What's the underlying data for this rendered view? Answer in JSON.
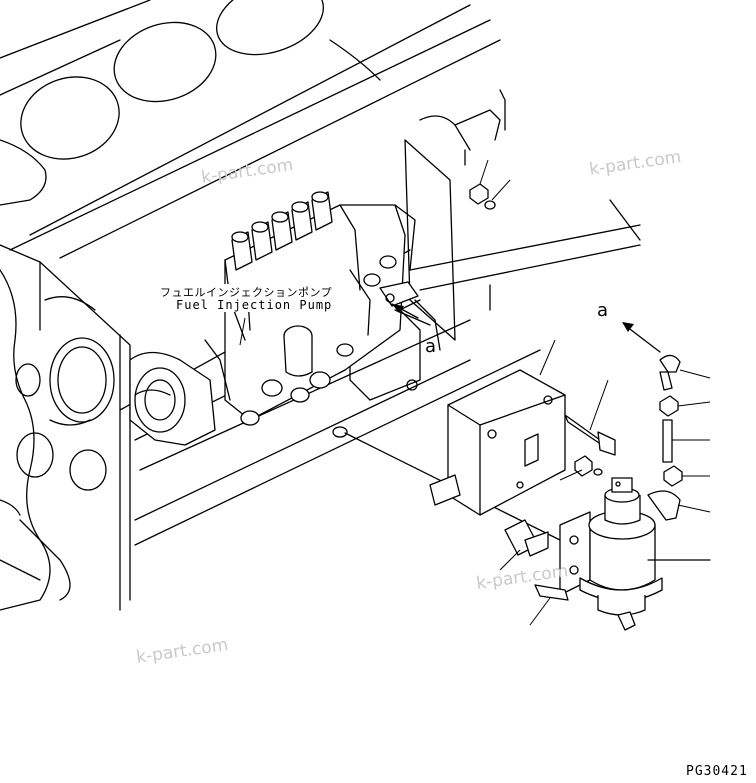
{
  "diagram": {
    "part_label_jp": "フュエルインジェクションポンプ",
    "part_label_en": "Fuel Injection Pump",
    "reference_marks": [
      "a",
      "a"
    ],
    "drawing_code": "PG30421",
    "watermarks": [
      "k-part.com",
      "k-part.com",
      "k-part.com",
      "k-part.com"
    ]
  }
}
